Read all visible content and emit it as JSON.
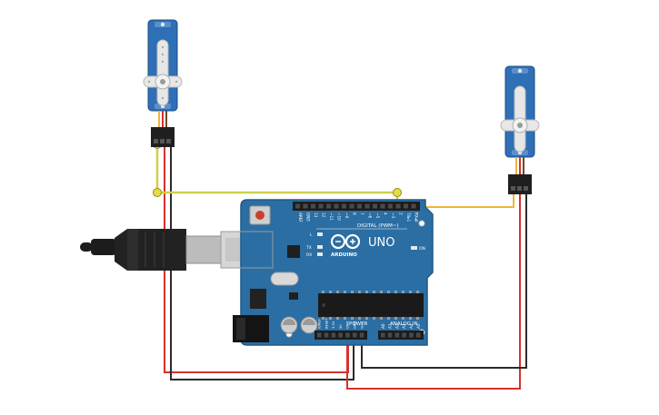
{
  "board": {
    "brand": "ARDUINO",
    "model": "UNO",
    "digital_header_label": "DIGITAL (PWM~)",
    "power_label": "POWER",
    "analog_label": "ANALOG IN",
    "led_l": "L",
    "led_tx": "TX",
    "led_rx": "RX",
    "led_on": "ON",
    "digital_pins_top": [
      "AREF",
      "GND",
      "13",
      "12",
      "~11",
      "~10",
      "~9",
      "8",
      "7",
      "~6",
      "~5",
      "4",
      "~3",
      "2",
      "TX▸1",
      "RX◂0"
    ],
    "power_pins": [
      "IOREF",
      "RESET",
      "3.3V",
      "5V",
      "GND",
      "GND",
      "Vin"
    ],
    "analog_pins": [
      "A0",
      "A1",
      "A2",
      "A3",
      "A4",
      "A5"
    ]
  },
  "components": {
    "servo_left": "servo",
    "servo_right": "servo",
    "usb_cable": "usb-cable"
  },
  "colors": {
    "board_blue": "#2a6ea4",
    "board_dark": "#1f5a88",
    "servo_blue": "#2f6fb5",
    "wire_red": "#d8302c",
    "wire_black": "#2b2b2b",
    "wire_yellow": "#d9cf3a",
    "wire_orange": "#f0b53a"
  }
}
